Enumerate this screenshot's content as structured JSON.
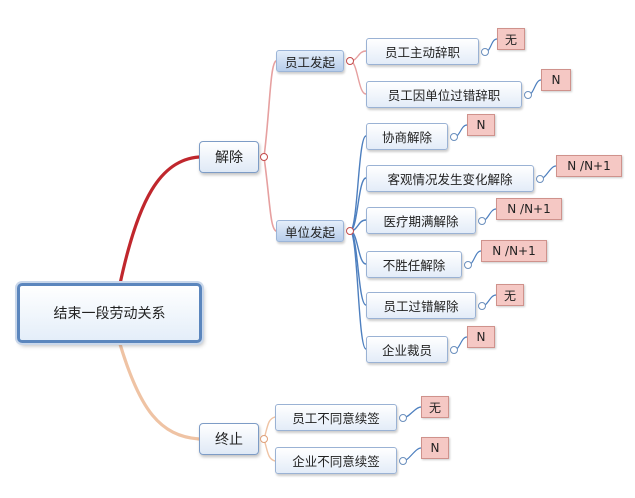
{
  "root": {
    "label": "结束一段劳动关系"
  },
  "branches": [
    {
      "label": "解除",
      "groups": [
        {
          "label": "员工发起",
          "items": [
            {
              "label": "员工主动辞职",
              "tag": "无"
            },
            {
              "label": "员工因单位过错辞职",
              "tag": "N"
            }
          ]
        },
        {
          "label": "单位发起",
          "items": [
            {
              "label": "协商解除",
              "tag": "N"
            },
            {
              "label": "客观情况发生变化解除",
              "tag": "N /N+1"
            },
            {
              "label": "医疗期满解除",
              "tag": "N /N+1"
            },
            {
              "label": "不胜任解除",
              "tag": "N /N+1"
            },
            {
              "label": "员工过错解除",
              "tag": "无"
            },
            {
              "label": "企业裁员",
              "tag": "N"
            }
          ]
        }
      ]
    },
    {
      "label": "终止",
      "items": [
        {
          "label": "员工不同意续签",
          "tag": "无"
        },
        {
          "label": "企业不同意续签",
          "tag": "N"
        }
      ]
    }
  ],
  "colors": {
    "jiechu_branch": "#c0272d",
    "zhongzhi_branch": "#efc3a4",
    "sub_link": "#e6a0a0",
    "leaf_link": "#4d7fbf",
    "tag_fill": "#f5c8c4"
  }
}
